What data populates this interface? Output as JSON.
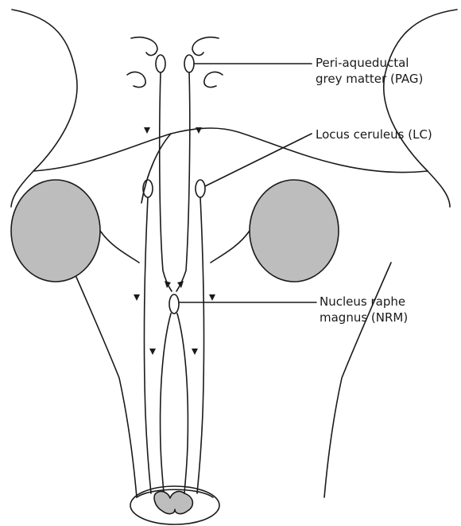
{
  "labels": {
    "pag_line1": "Peri-aqueductal",
    "pag_line2": "grey matter (PAG)",
    "lc": "Locus ceruleus (LC)",
    "nrm_line1": "Nucleus raphe",
    "nrm_line2": "magnus (NRM)"
  },
  "colors": {
    "stroke": "#1a1a1a",
    "shaded_region": "#bdbdbd",
    "background": "#ffffff"
  }
}
